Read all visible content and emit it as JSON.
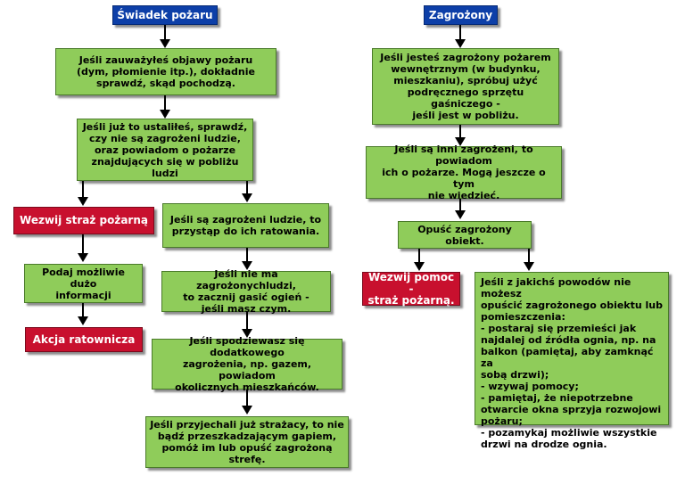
{
  "witness": {
    "header": "Świadek pożaru",
    "step1": "Jeśli zauważyłeś objawy pożaru\n(dym, płomienie itp.), dokładnie\nsprawdź, skąd pochodzą.",
    "step2": "Jeśli już to ustaliłeś, sprawdź,\nczy nie są zagrożeni ludzie,\noraz powiadom o pożarze\nznajdujących się w pobliżu\nludzi",
    "call_fire": "Wezwij straż pożarną",
    "give_info": "Podaj możliwie dużo\ninformacji",
    "rescue": "Akcja ratownicza",
    "people_threat": "Jeśli są zagrożeni ludzie, to\nprzystąp do ich ratowania.",
    "no_threat": "Jeśli nie ma zagrożonychludzi,\nto zacznij gasić ogień -\njeśli masz czym.",
    "extra_threat": "Jeśli spodziewasz się dodatkowego\nzagrożenia, np. gazem, powiadom\nokolicznych mieszkańców.",
    "firefighters": "Jeśli przyjechali już strażacy, to nie\nbądź przeszkadzającym gapiem,\npomóż im lub opuść zagrożoną strefę."
  },
  "threatened": {
    "header": "Zagrożony",
    "step1": "Jeśli jesteś zagrożony pożarem\nwewnętrznym (w budynku,\nmieszkaniu), spróbuj użyć\npodręcznego sprzętu gaśniczego -\njeśli jest w pobliżu.",
    "step2": "Jeśli są inni zagrożeni, to powiadom\nich o pożarze. Mogą  jeszcze o tym\nnie wiedzieć.",
    "leave": "Opuść zagrożony obiekt.",
    "call_help": "Wezwij pomoc -\nstraż pożarną.",
    "cant_leave": "Jeśli z jakichś powodów nie możesz\nopuścić zagrożonego obiektu lub\npomieszczenia:\n- postaraj się przemieści jak\nnajdalej od źródła ognia, np. na\nbalkon (pamiętaj, aby zamknąć za\nsobą drzwi);\n- wzywaj pomocy;\n- pamiętaj, że niepotrzebne\notwarcie okna sprzyja rozwojowi\npożaru;\n- pozamykaj możliwie wszystkie\ndrzwi na drodze ognia."
  },
  "colors": {
    "green": "#8fcc5a",
    "red": "#c8102e",
    "blue": "#0d3fa8"
  }
}
